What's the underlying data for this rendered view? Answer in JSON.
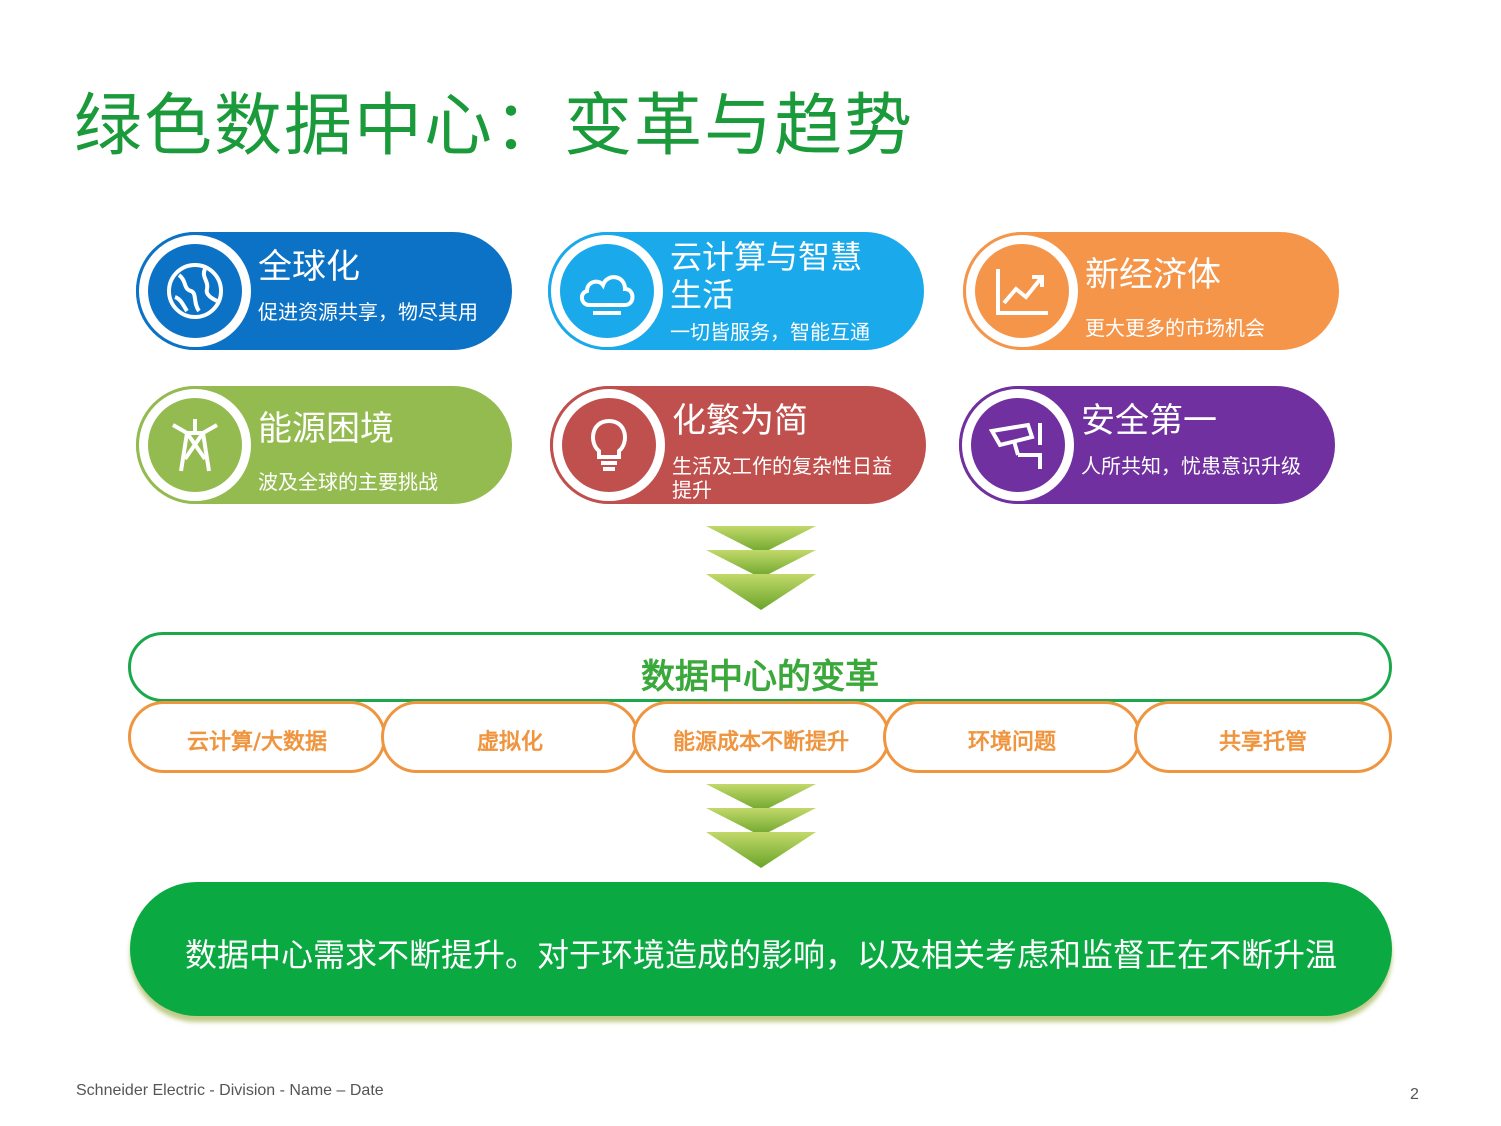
{
  "title": "绿色数据中心：变革与趋势",
  "trends": [
    {
      "title": "全球化",
      "subtitle": "促进资源共享，物尽其用",
      "icon": "globe-icon",
      "color": "#0b72c6"
    },
    {
      "title": "云计算与智慧生活",
      "subtitle": "一切皆服务，智能互通",
      "icon": "cloud-icon",
      "color": "#1aa9ea"
    },
    {
      "title": "新经济体",
      "subtitle": "更大更多的市场机会",
      "icon": "growth-chart-icon",
      "color": "#f5954a"
    },
    {
      "title": "能源困境",
      "subtitle": "波及全球的主要挑战",
      "icon": "power-tower-icon",
      "color": "#94bb50"
    },
    {
      "title": "化繁为简",
      "subtitle": "生活及工作的复杂性日益提升",
      "icon": "lightbulb-icon",
      "color": "#c0504d"
    },
    {
      "title": "安全第一",
      "subtitle": "人所共知，忧患意识升级",
      "icon": "security-camera-icon",
      "color": "#7030a0"
    }
  ],
  "transformation": {
    "heading": "数据中心的变革",
    "items": [
      "云计算/大数据",
      "虚拟化",
      "能源成本不断提升",
      "环境问题",
      "共享托管"
    ]
  },
  "conclusion": "数据中心需求不断提升。对于环境造成的影响，以及相关考虑和监督正在不断升温",
  "footer": {
    "text": "Schneider Electric - Division - Name – Date",
    "page": "2"
  }
}
